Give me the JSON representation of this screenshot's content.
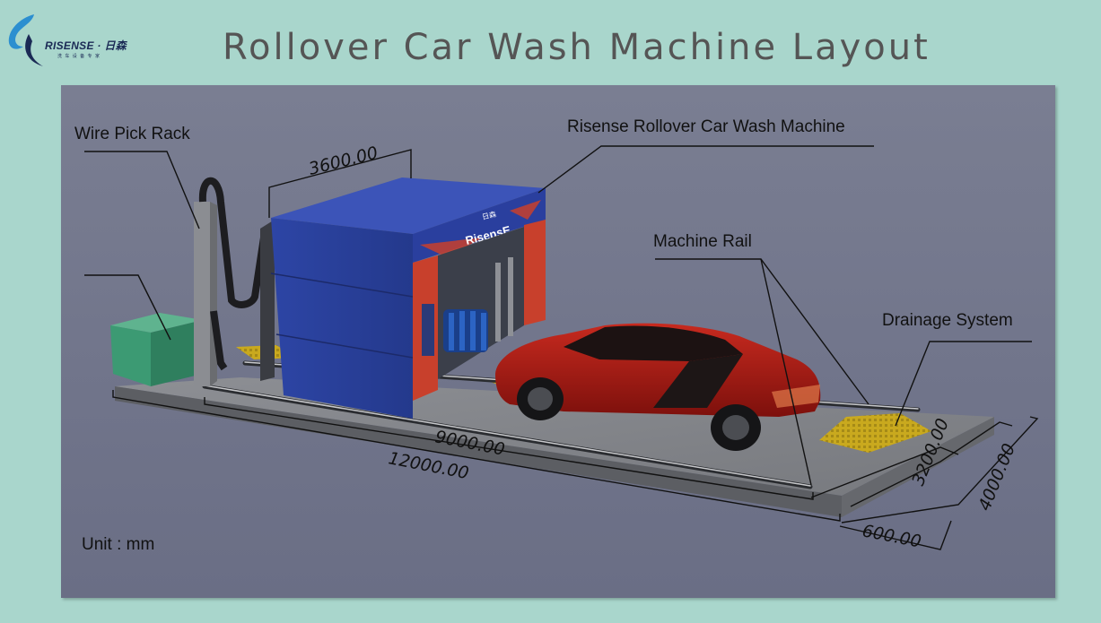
{
  "brand": {
    "name": "RISENSE · 日森",
    "tagline": "洗 车 设 备 专 家",
    "machine_sign_cn": "日森",
    "machine_sign": "RisensE"
  },
  "title": "Rollover Car Wash Machine Layout",
  "labels": {
    "wire_pick_rack": "Wire Pick Rack",
    "machine": "Risense Rollover Car Wash Machine",
    "machine_rail": "Machine Rail",
    "drainage": "Drainage System",
    "unit": "Unit : mm"
  },
  "dimensions": {
    "machine_width": "3600.00",
    "rail_length": "9000.00",
    "total_length": "12000.00",
    "rail_width": "3200.00",
    "total_width": "4000.00",
    "end_gap": "600.00"
  },
  "colors": {
    "background": "#a9d6cc",
    "stage": "#75798e",
    "machine_blue": "#2f46a8",
    "machine_red": "#c8402c",
    "car_red": "#a81a14",
    "grate_yellow": "#c9a91e",
    "control_box_green": "#3fa07a",
    "logo_navy": "#1b2a55"
  }
}
